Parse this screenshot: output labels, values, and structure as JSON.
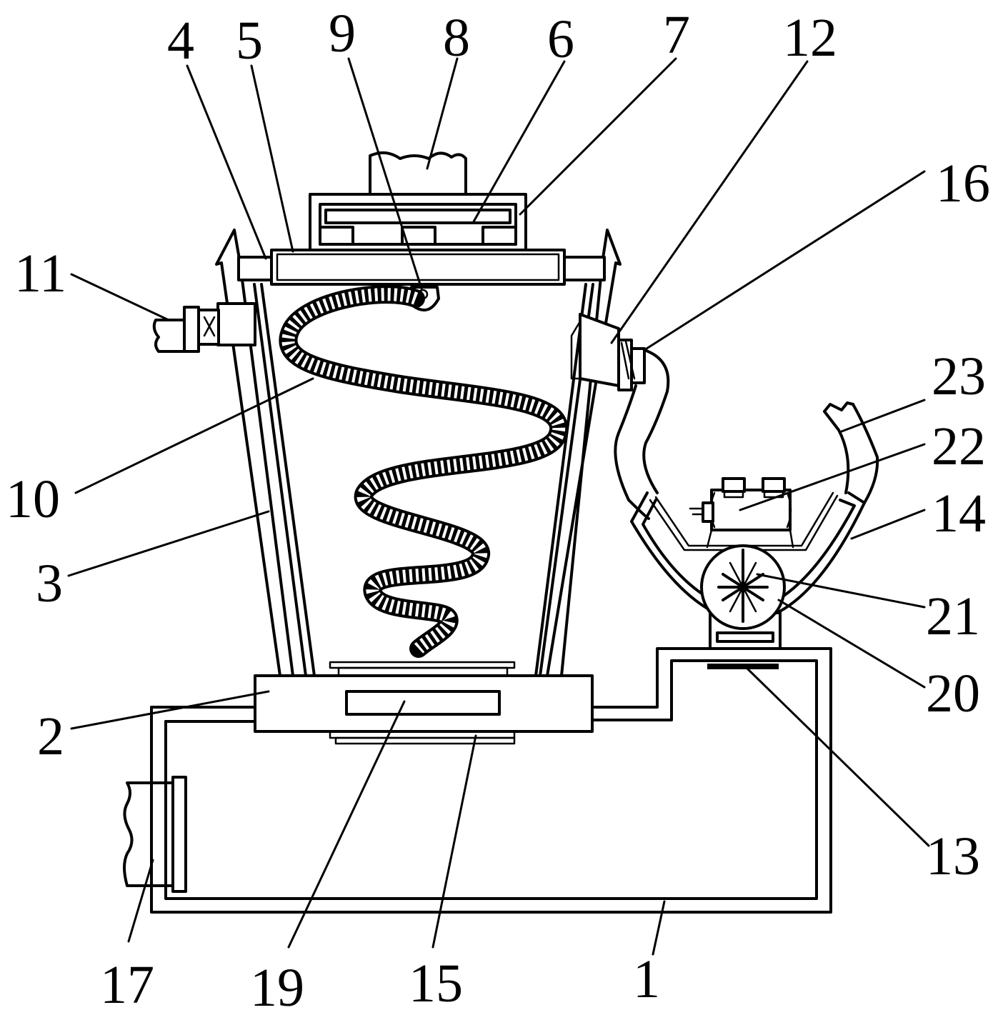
{
  "labels": {
    "n1": "1",
    "n2": "2",
    "n3": "3",
    "n4": "4",
    "n5": "5",
    "n6": "6",
    "n7": "7",
    "n8": "8",
    "n9": "9",
    "n10": "10",
    "n11": "11",
    "n12": "12",
    "n13": "13",
    "n14": "14",
    "n15": "15",
    "n16": "16",
    "n17": "17",
    "n19": "19",
    "n20": "20",
    "n21": "21",
    "n22": "22",
    "n23": "23"
  },
  "colors": {
    "line": "#000000",
    "background": "#ffffff"
  }
}
